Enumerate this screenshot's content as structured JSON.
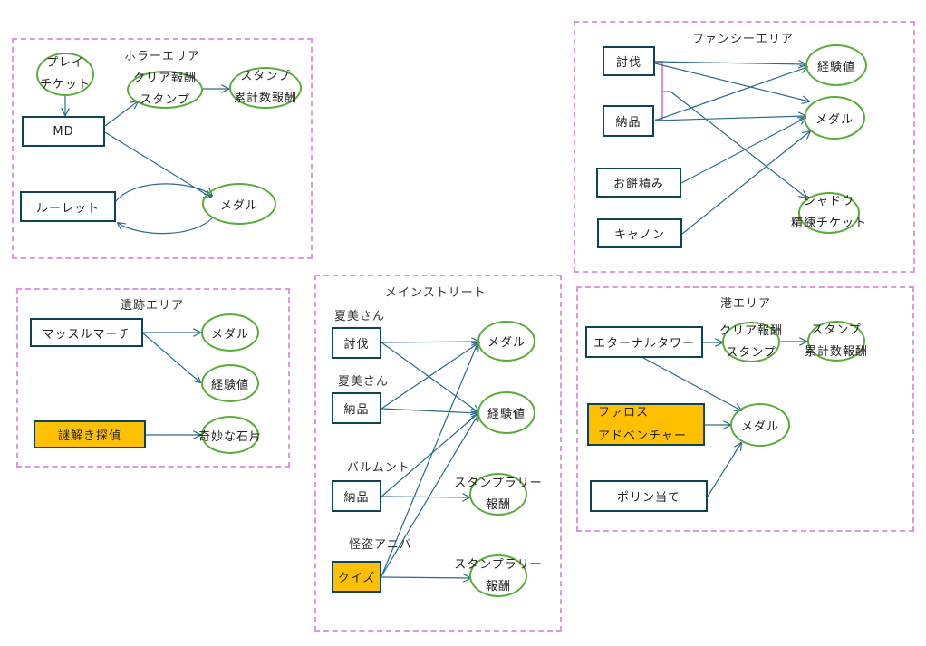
{
  "areas": {
    "horror": {
      "title": "ホラーエリア",
      "nodes": {
        "play_ticket": [
          "プレイ",
          "チケット"
        ],
        "md": "MD",
        "roulette": "ルーレット",
        "clear_stamp": [
          "クリア報酬",
          "スタンプ"
        ],
        "stamp_total": [
          "スタンプ",
          "累計数報酬"
        ],
        "medal": "メダル"
      }
    },
    "fancy": {
      "title": "ファンシーエリア",
      "nodes": {
        "subjugation": "討伐",
        "delivery": "納品",
        "mochi": "お餅積み",
        "cannon": "キャノン",
        "exp": "経験値",
        "medal": "メダル",
        "shadow_ticket": [
          "シャドウ",
          "精練チケット"
        ]
      }
    },
    "ruins": {
      "title": "遺跡エリア",
      "nodes": {
        "muscle_march": "マッスルマーチ",
        "mystery": "謎解き探偵",
        "medal": "メダル",
        "exp": "経験値",
        "stone": "奇妙な石片"
      }
    },
    "main_street": {
      "title": "メインストリート",
      "subtitles": [
        "夏美さん",
        "夏美さん",
        "バルムント",
        "怪盗アニバ"
      ],
      "nodes": {
        "subjugation": "討伐",
        "delivery1": "納品",
        "delivery2": "納品",
        "quiz": "クイズ",
        "medal": "メダル",
        "exp": "経験値",
        "stamp_rally1": [
          "スタンプラリー",
          "報酬"
        ],
        "stamp_rally2": [
          "スタンプラリー",
          "報酬"
        ]
      }
    },
    "harbor": {
      "title": "港エリア",
      "nodes": {
        "eternal_tower": "エターナルタワー",
        "pharos": [
          "ファロス",
          "アドベンチャー"
        ],
        "porin": "ポリン当て",
        "clear_stamp": [
          "クリア報酬",
          "スタンプ"
        ],
        "stamp_total": [
          "スタンプ",
          "累計数報酬"
        ],
        "medal": "メダル"
      }
    }
  },
  "edges": [
    [
      "horror.play_ticket",
      "horror.md"
    ],
    [
      "horror.md",
      "horror.clear_stamp"
    ],
    [
      "horror.clear_stamp",
      "horror.stamp_total"
    ],
    [
      "horror.md",
      "horror.medal"
    ],
    [
      "horror.roulette",
      "horror.medal"
    ],
    [
      "horror.medal",
      "horror.roulette"
    ],
    [
      "fancy.subjugation",
      "fancy.exp"
    ],
    [
      "fancy.subjugation",
      "fancy.medal"
    ],
    [
      "fancy.delivery",
      "fancy.exp"
    ],
    [
      "fancy.delivery",
      "fancy.medal"
    ],
    [
      "fancy.subjugation+delivery",
      "fancy.shadow_ticket"
    ],
    [
      "fancy.mochi",
      "fancy.medal"
    ],
    [
      "fancy.cannon",
      "fancy.medal"
    ],
    [
      "ruins.muscle_march",
      "ruins.medal"
    ],
    [
      "ruins.muscle_march",
      "ruins.exp"
    ],
    [
      "ruins.mystery",
      "ruins.stone"
    ],
    [
      "main_street.subjugation",
      "main_street.medal"
    ],
    [
      "main_street.subjugation",
      "main_street.exp"
    ],
    [
      "main_street.delivery1",
      "main_street.medal"
    ],
    [
      "main_street.delivery1",
      "main_street.exp"
    ],
    [
      "main_street.delivery2",
      "main_street.exp"
    ],
    [
      "main_street.delivery2",
      "main_street.stamp_rally1"
    ],
    [
      "main_street.quiz",
      "main_street.medal"
    ],
    [
      "main_street.quiz",
      "main_street.exp"
    ],
    [
      "main_street.quiz",
      "main_street.stamp_rally2"
    ],
    [
      "harbor.eternal_tower",
      "harbor.clear_stamp"
    ],
    [
      "harbor.clear_stamp",
      "harbor.stamp_total"
    ],
    [
      "harbor.eternal_tower",
      "harbor.medal"
    ],
    [
      "harbor.pharos",
      "harbor.medal"
    ],
    [
      "harbor.porin",
      "harbor.medal"
    ]
  ],
  "colors": {
    "area_border": "#dd99dd",
    "activity_border": "#0e4358",
    "reward_border": "#5aab3b",
    "highlight_fill": "#ffc000",
    "edge": "#2a6a8c",
    "bracket": "#e08fd8"
  }
}
